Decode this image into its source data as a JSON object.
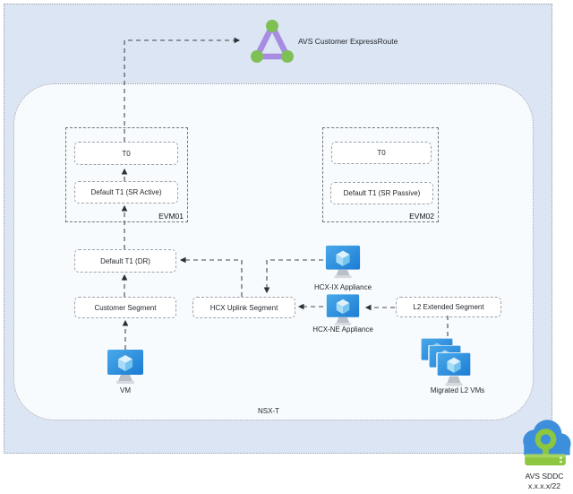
{
  "diagram": {
    "expressroute": {
      "label": "AVS Customer ExpressRoute"
    },
    "evm01": {
      "name": "EVM01",
      "t0": "T0",
      "t1": "Default T1 (SR Active)"
    },
    "evm02": {
      "name": "EVM02",
      "t0": "T0",
      "t1": "Default T1 (SR Passive)"
    },
    "t1_dr": {
      "label": "Default T1 (DR)"
    },
    "segments": {
      "customer": "Customer Segment",
      "hcx_uplink": "HCX Uplink Segment",
      "l2_extended": "L2 Extended Segment"
    },
    "appliances": {
      "hcx_ix": "HCX-IX Appliance",
      "hcx_ne": "HCX-NE Appliance"
    },
    "vm_label": "VM",
    "migrated_label": "Migrated L2 VMs",
    "nsxt_label": "NSX-T",
    "sddc": {
      "name": "AVS SDDC",
      "cidr": "x.x.x.x/22"
    }
  },
  "colors": {
    "outer_fill": "#dce5f4",
    "inner_fill": "#f8fbfd",
    "monitor_blue_dark": "#1b7cd4",
    "monitor_blue_light": "#4aa9ea",
    "express_purple": "#a78ce2",
    "express_green": "#7fc056",
    "cloud_blue": "#3d8fdc",
    "key_green": "#8dc63f",
    "connector_gray": "#45484d"
  }
}
